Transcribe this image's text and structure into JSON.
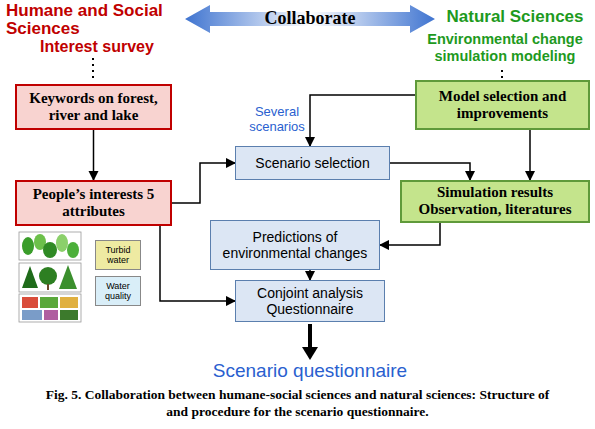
{
  "diagram": {
    "caption": "Fig. 5. Collaboration between humane-social sciences and natural sciences: Structure of and procedure for the scenario questionnaire.",
    "nodes": [
      {
        "text": [
          "Keywords on forest, river and lake"
        ]
      },
      {
        "text": [
          "People’s interests 5 attributes"
        ]
      },
      {
        "text": [
          "Turbid water"
        ]
      },
      {
        "text": [
          "Water quality"
        ]
      },
      {
        "text": [
          "Model selection and improvements"
        ]
      },
      {
        "text": [
          "Scenario selection"
        ]
      },
      {
        "text": [
          "Simulation results Observation, literatures"
        ]
      },
      {
        "text": [
          "Predictions of environmental changes"
        ]
      },
      {
        "text": [
          "Conjoint analysis Questionnaire"
        ]
      }
    ],
    "edges": [
      {
        "from": 0,
        "to": 1,
        "arrow": "to"
      },
      {
        "from": 1,
        "to": 5,
        "arrow": "to"
      },
      {
        "from": 4,
        "to": 5,
        "arrow": "to"
      },
      {
        "from": 5,
        "to": 6,
        "arrow": "to"
      },
      {
        "from": 4,
        "to": 6,
        "arrow": "to"
      },
      {
        "from": 6,
        "to": 7,
        "arrow": "to"
      },
      {
        "from": 1,
        "to": 8,
        "arrow": "to"
      },
      {
        "from": 7,
        "to": 8,
        "arrow": "to"
      }
    ],
    "labels": [
      "Humane and Social Sciences",
      "Interest survey",
      "Collaborate",
      "Natural Sciences",
      "Environmental change simulation modeling",
      "Several scenarios",
      "Scenario questionnaire"
    ]
  }
}
